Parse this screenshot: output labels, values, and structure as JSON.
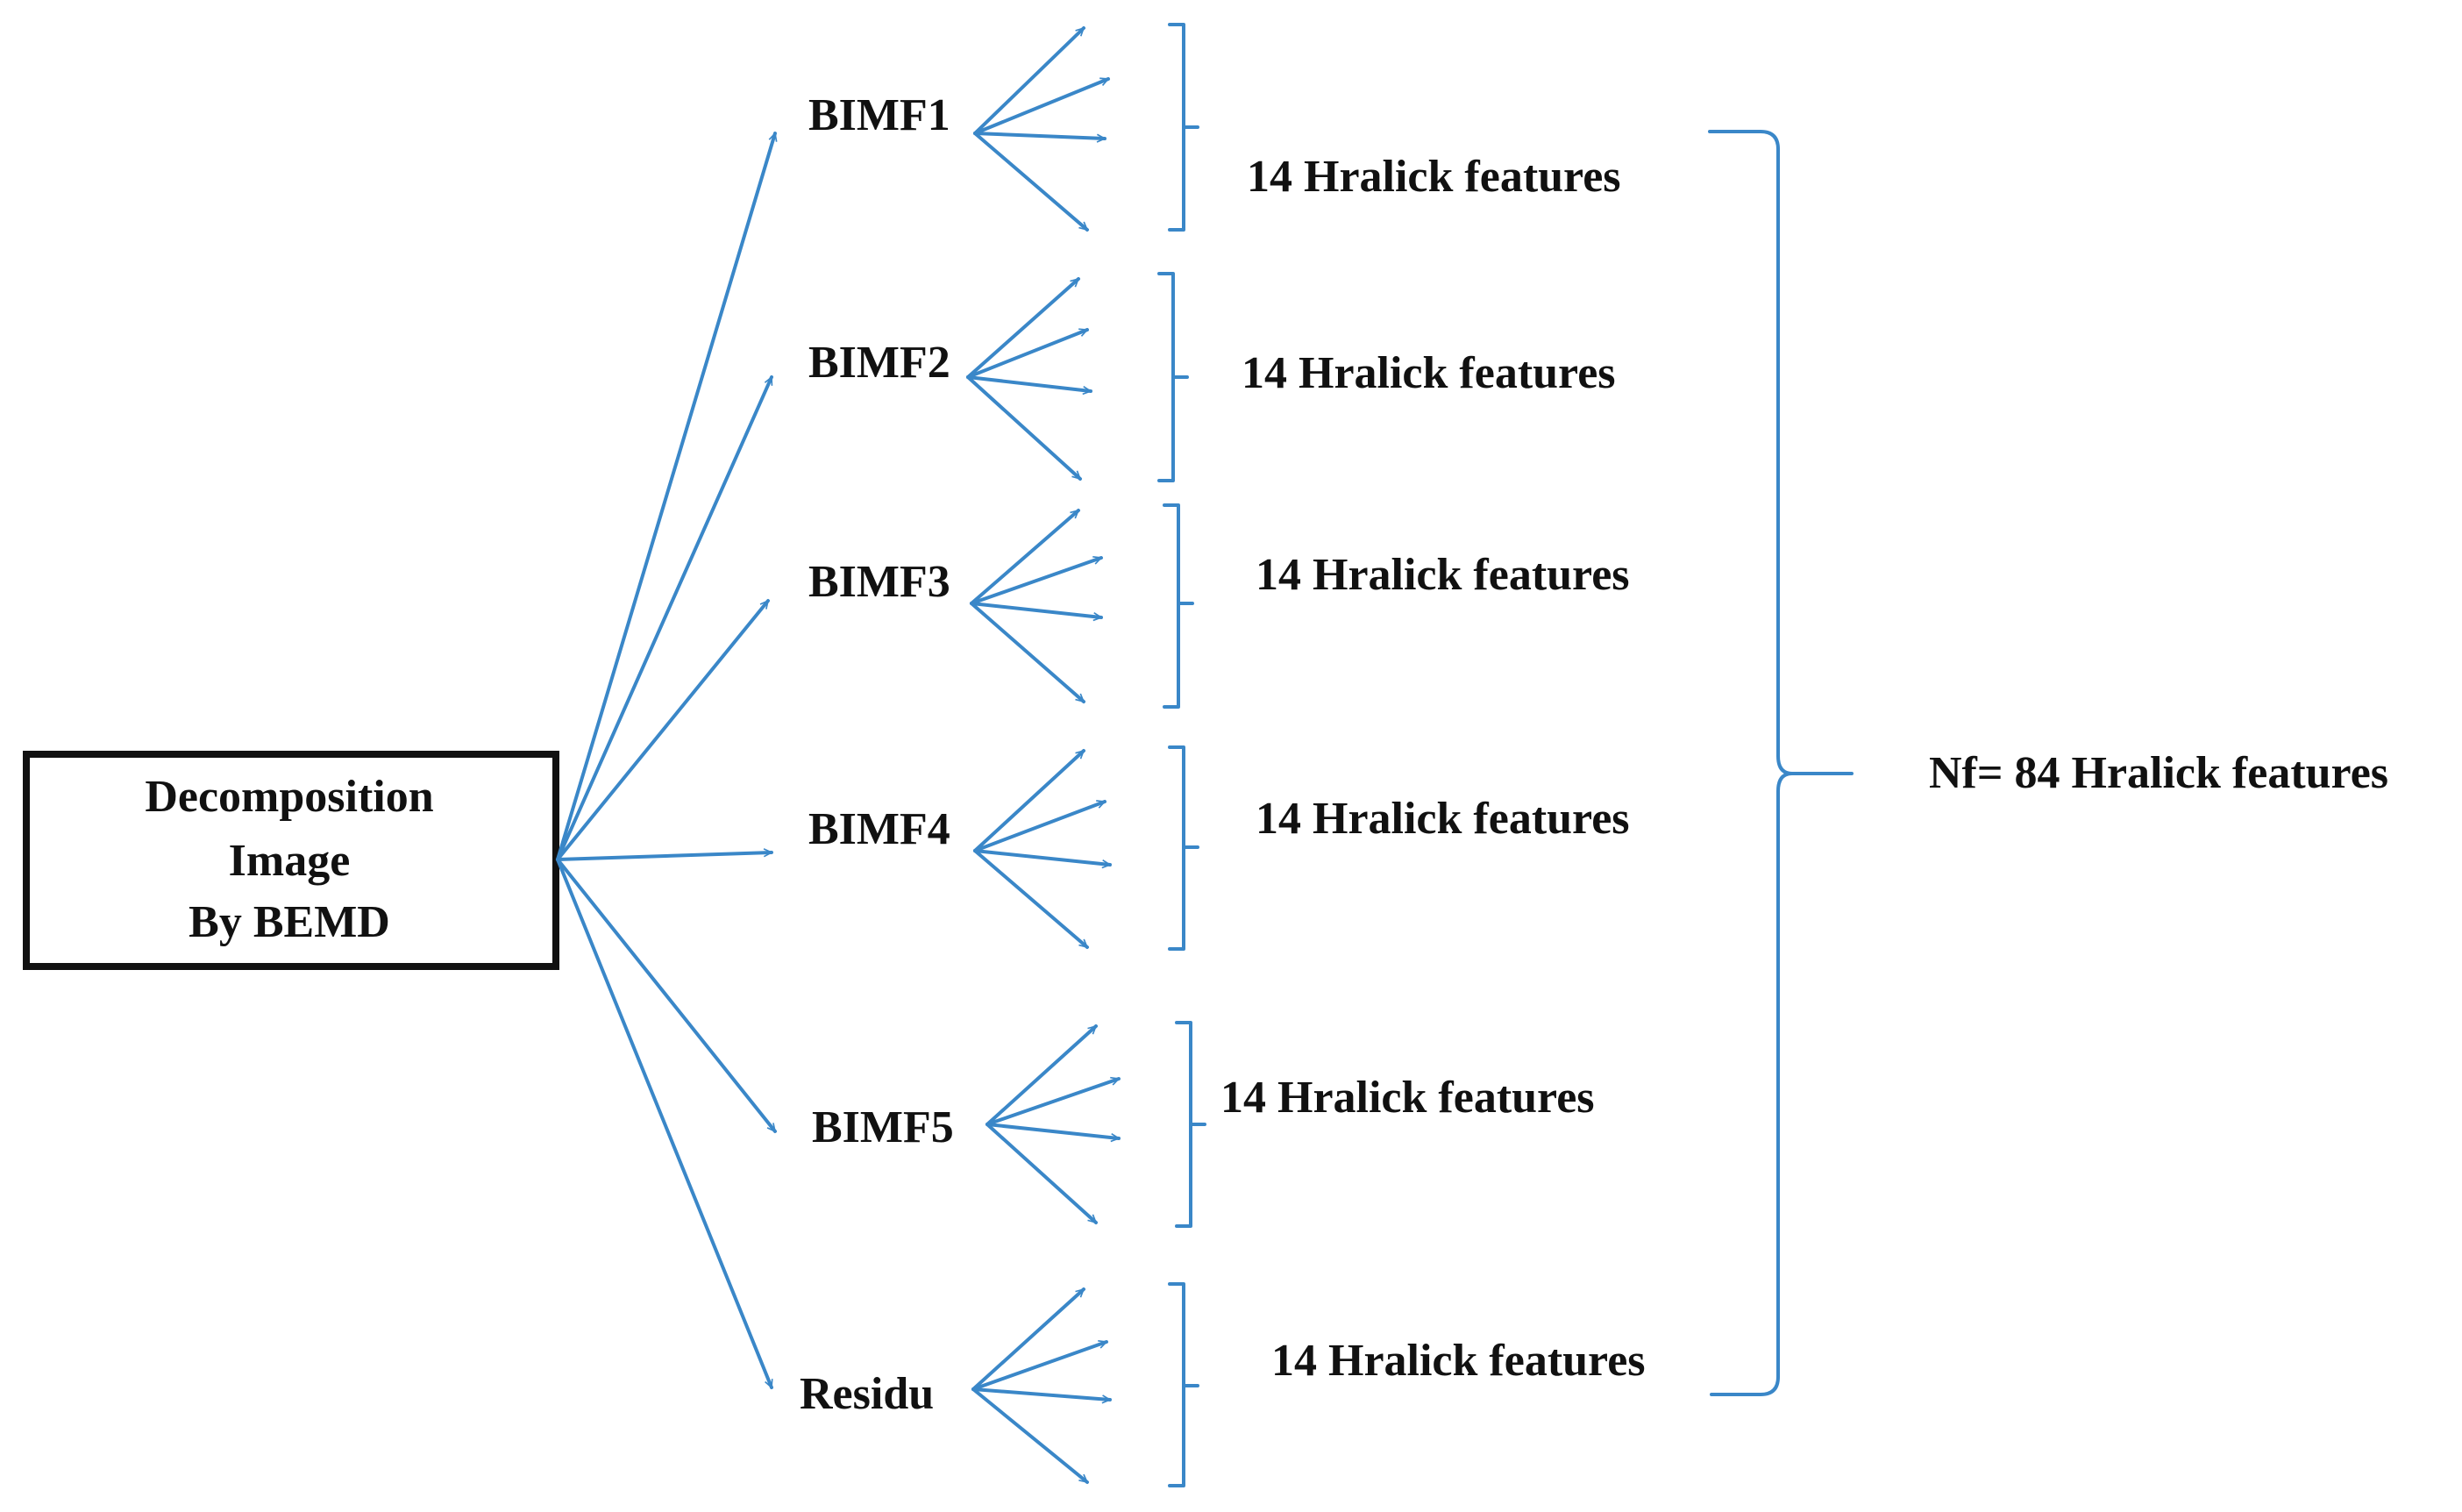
{
  "source": {
    "lines": [
      "Decomposition",
      "Image",
      "By BEMD"
    ]
  },
  "components": [
    {
      "label": "BIMF1",
      "features": "14 Hralick features"
    },
    {
      "label": "BIMF2",
      "features": "14 Hralick features"
    },
    {
      "label": "BIMF3",
      "features": "14 Hralick features"
    },
    {
      "label": "BIMF4",
      "features": "14 Hralick features"
    },
    {
      "label": "BIMF5",
      "features": "14 Hralick features"
    },
    {
      "label": "Residu",
      "features": "14 Hralick features"
    }
  ],
  "total": {
    "label": "Nf= 84 Hralick features"
  },
  "colors": {
    "arrow": "#3a87c8",
    "text": "#111111",
    "box_border": "#111111"
  }
}
